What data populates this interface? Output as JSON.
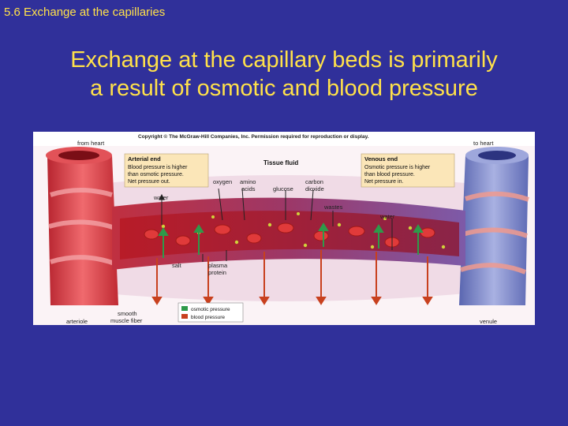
{
  "slide": {
    "header": "5.6 Exchange at the capillaries",
    "title_line1": "Exchange at the capillary beds is primarily",
    "title_line2": "a result of osmotic and blood pressure"
  },
  "figure": {
    "copyright": "Copyright © The McGraw-Hill Companies, Inc. Permission required for reproduction or display.",
    "from_heart": "from heart",
    "to_heart": "to heart",
    "arteriole": "arteriole",
    "venule": "venule",
    "smooth_muscle_line1": "smooth",
    "smooth_muscle_line2": "muscle fiber",
    "tissue_fluid": "Tissue fluid",
    "arterial_box": {
      "heading": "Arterial end",
      "line1": "Blood pressure is higher",
      "line2": "than osmotic pressure.",
      "line3": "Net pressure out."
    },
    "venous_box": {
      "heading": "Venous end",
      "line1": "Osmotic pressure is higher",
      "line2": "than blood pressure.",
      "line3": "Net pressure in."
    },
    "labels": {
      "oxygen": "oxygen",
      "amino_line1": "amino",
      "amino_line2": "acids",
      "glucose": "glucose",
      "carbon_line1": "carbon",
      "carbon_line2": "dioxide",
      "wastes": "wastes",
      "water_left": "water",
      "water_right": "water",
      "salt": "salt",
      "plasma_line1": "plasma",
      "plasma_line2": "protein"
    },
    "legend": {
      "osmotic": "osmotic pressure",
      "blood": "blood pressure"
    },
    "colors": {
      "artery": "#d8323a",
      "vein": "#7b86c8",
      "capillary": "#a0345e",
      "tissue": "#e8c6d8",
      "osmotic_arrow": "#2e9a4a",
      "blood_arrow": "#c8401e"
    }
  }
}
